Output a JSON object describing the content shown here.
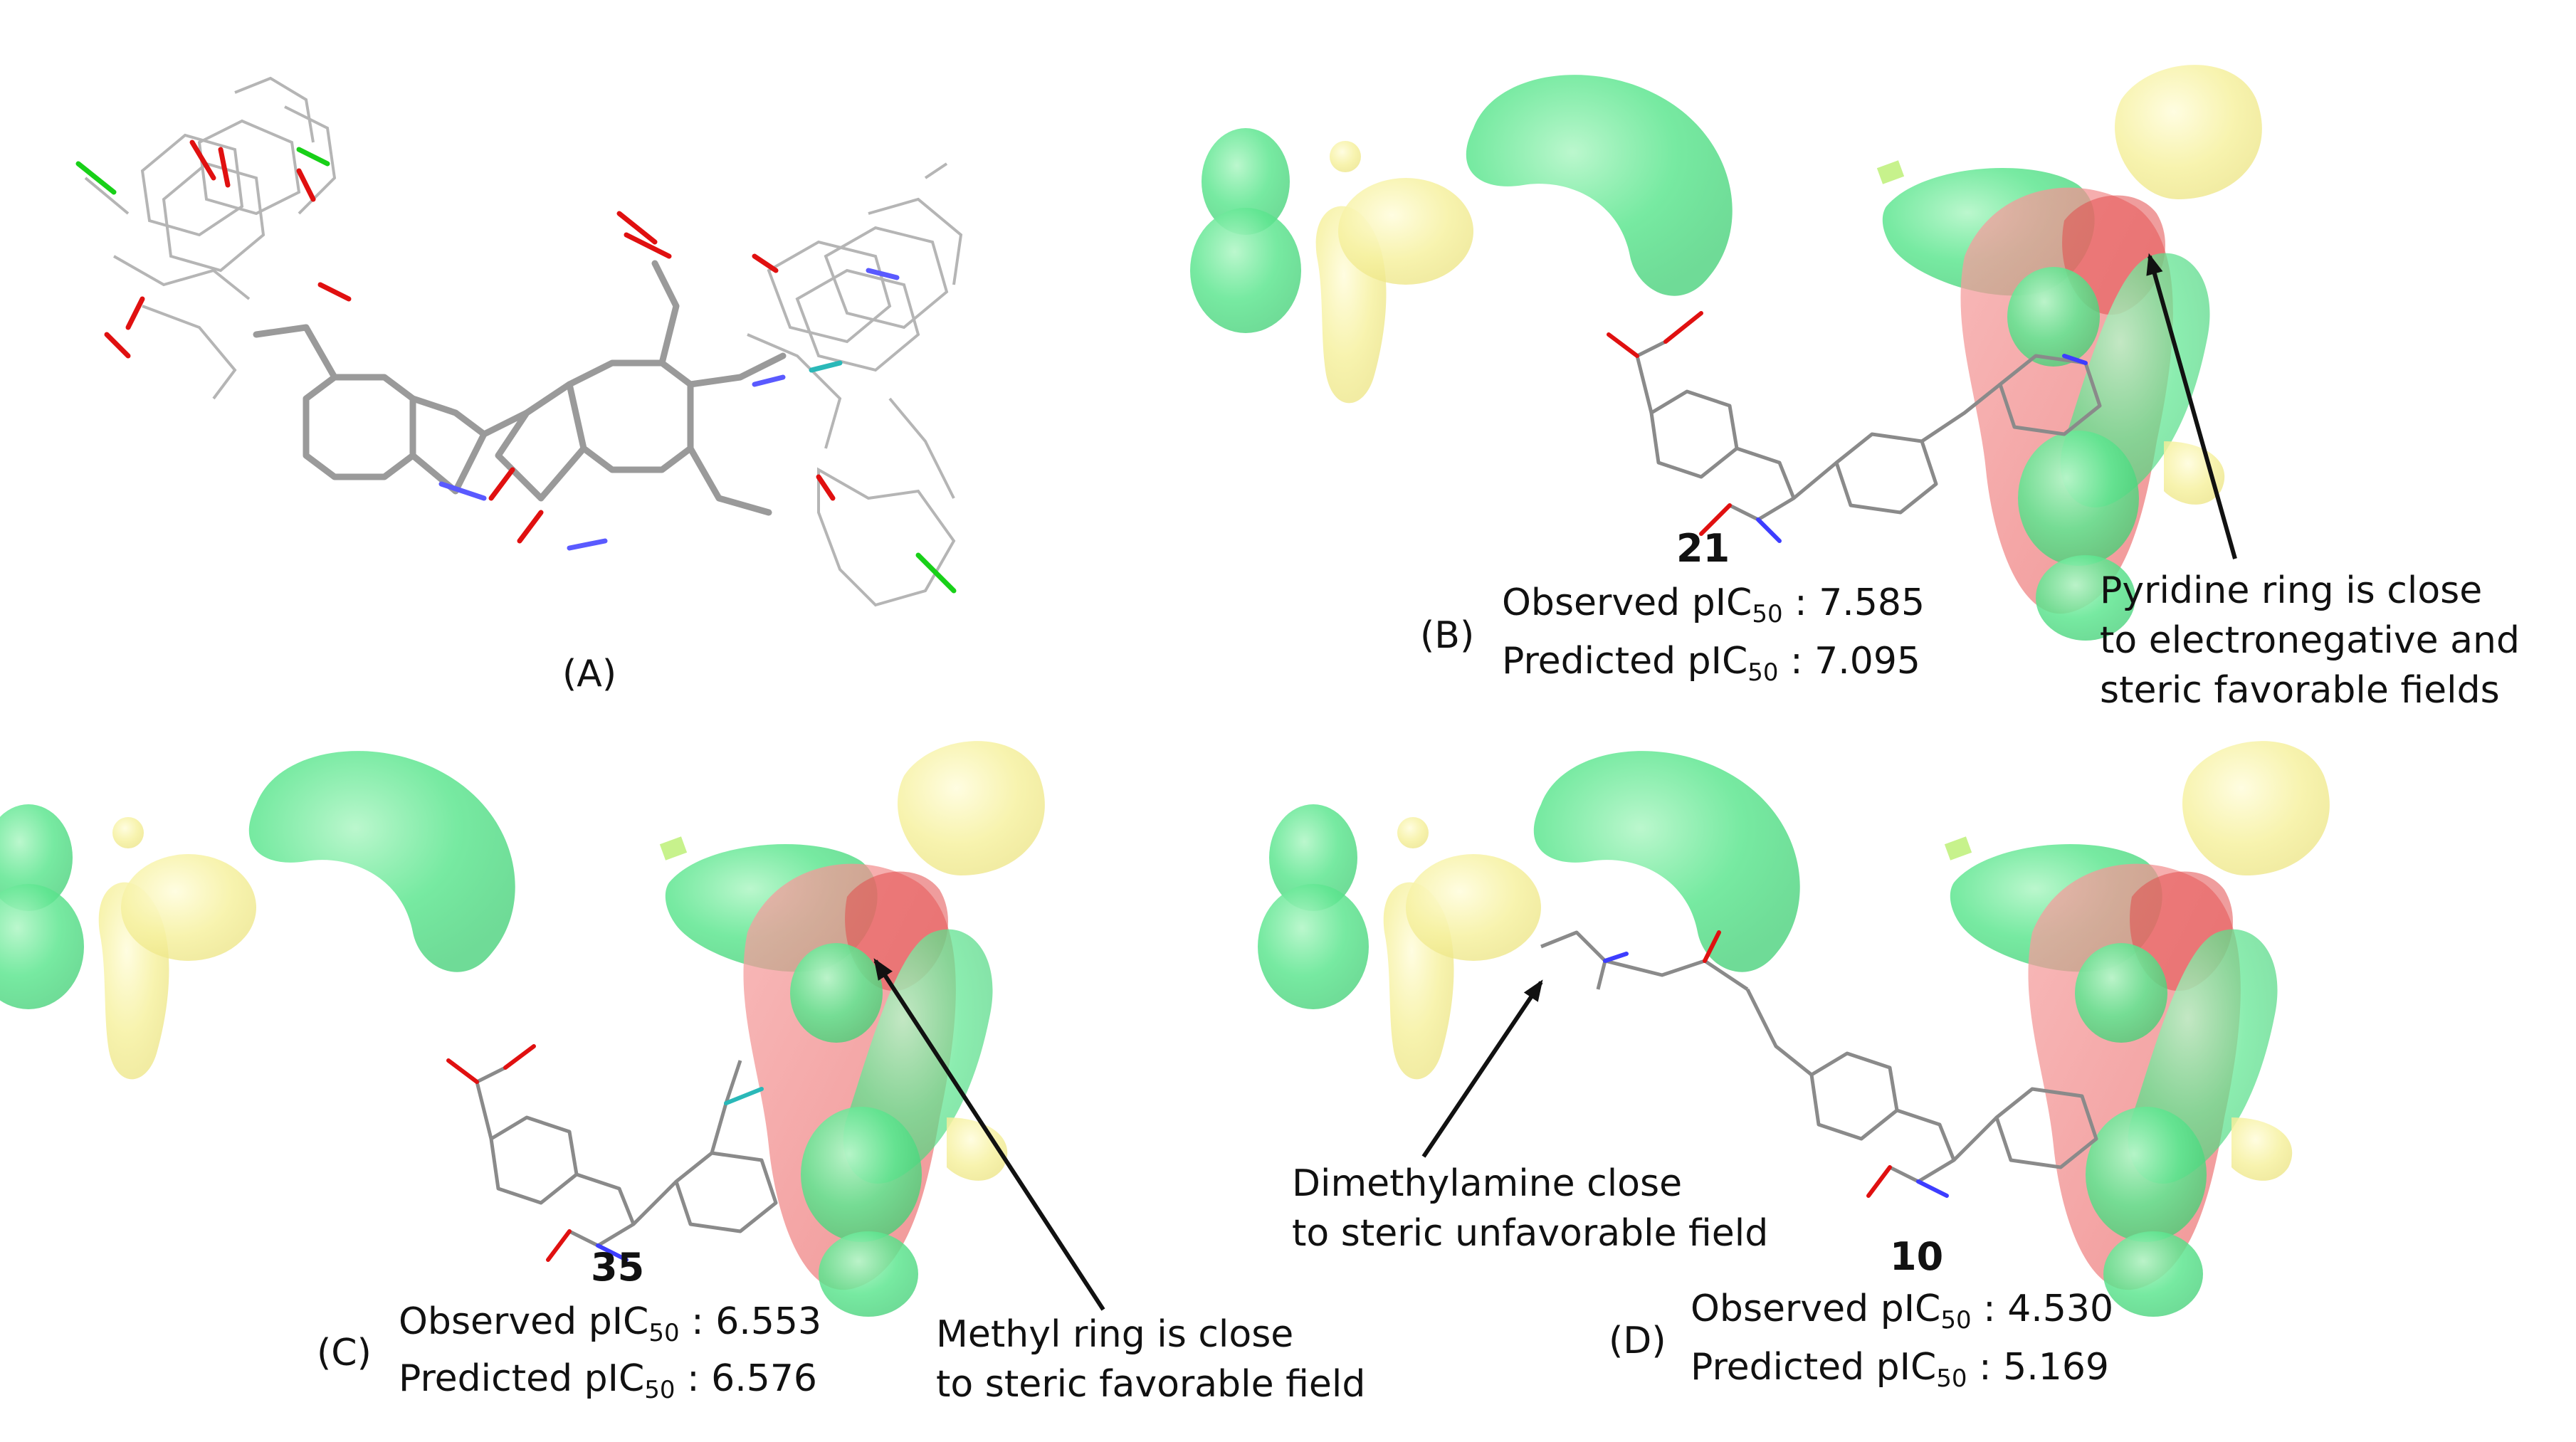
{
  "panels": [
    {
      "id": "A",
      "label": "(A)"
    },
    {
      "id": "B",
      "label": "(B)",
      "compound": "21",
      "observed": {
        "prefix": "Observed pIC",
        "sub": "50",
        "value": " : 7.585"
      },
      "predicted": {
        "prefix": "Predicted pIC",
        "sub": "50",
        "value": " : 7.095"
      },
      "annotation": [
        "Pyridine ring is close",
        "to electronegative and",
        "steric favorable fields"
      ]
    },
    {
      "id": "C",
      "label": "(C)",
      "compound": "35",
      "observed": {
        "prefix": "Observed pIC",
        "sub": "50",
        "value": " : 6.553"
      },
      "predicted": {
        "prefix": "Predicted pIC",
        "sub": "50",
        "value": " : 6.576"
      },
      "annotation": [
        "Methyl ring is close",
        "to steric favorable field"
      ]
    },
    {
      "id": "D",
      "label": "(D)",
      "compound": "10",
      "observed": {
        "prefix": "Observed pIC",
        "sub": "50",
        "value": " : 4.530"
      },
      "predicted": {
        "prefix": "Predicted pIC",
        "sub": "50",
        "value": " : 5.169"
      },
      "annotation": [
        "Dimethylamine close",
        "to steric unfavorable field"
      ]
    }
  ],
  "colors": {
    "steric_favorable": "#57e68a",
    "steric_unfavorable": "#f4ee8e",
    "electronegative_favorable": "#f07b7b",
    "molecule": "#9a9a9a",
    "nitrogen": "#3d3dff",
    "oxygen": "#e01010",
    "chlorine": "#18d018",
    "hydrogen": "#9adada",
    "arrow": "#111111"
  }
}
